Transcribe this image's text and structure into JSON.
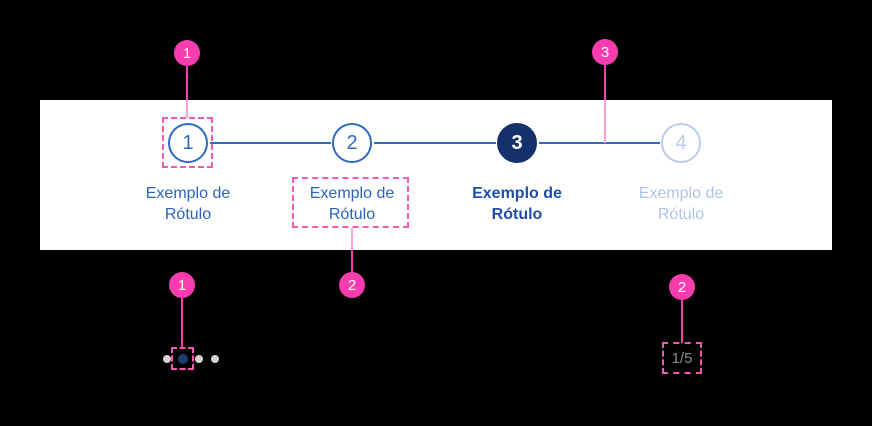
{
  "stepper": {
    "steps": [
      {
        "number": "1",
        "label_line1": "Exemplo de",
        "label_line2": "Rótulo",
        "state": "default"
      },
      {
        "number": "2",
        "label_line1": "Exemplo de",
        "label_line2": "Rótulo",
        "state": "default"
      },
      {
        "number": "3",
        "label_line1": "Exemplo de",
        "label_line2": "Rótulo",
        "state": "active"
      },
      {
        "number": "4",
        "label_line1": "Exemplo de",
        "label_line2": "Rótulo",
        "state": "disabled"
      }
    ]
  },
  "annotations": {
    "markers": [
      "1",
      "2",
      "3",
      "1",
      "2"
    ]
  },
  "pagination": {
    "dots_total": 4,
    "active_dot_index": 2,
    "counter": "1/5"
  },
  "colors": {
    "background": "#000000",
    "panel_white": "#ffffff",
    "annotation_pink": "#fa3dae",
    "annotation_pink_light": "#f9a6d8",
    "dash_pink": "#f25ab4",
    "step_blue": "#2d6ac4",
    "active_navy": "#14316e",
    "disabled_blue": "#b9cbea",
    "label_blue": "#2b63c1",
    "active_label_navy": "#1d4fa8",
    "disabled_label": "#aec4e8",
    "dot_grey": "#d4d4d4",
    "dot_navy": "#1d3c6e",
    "counter_grey": "#8c8c8c"
  }
}
